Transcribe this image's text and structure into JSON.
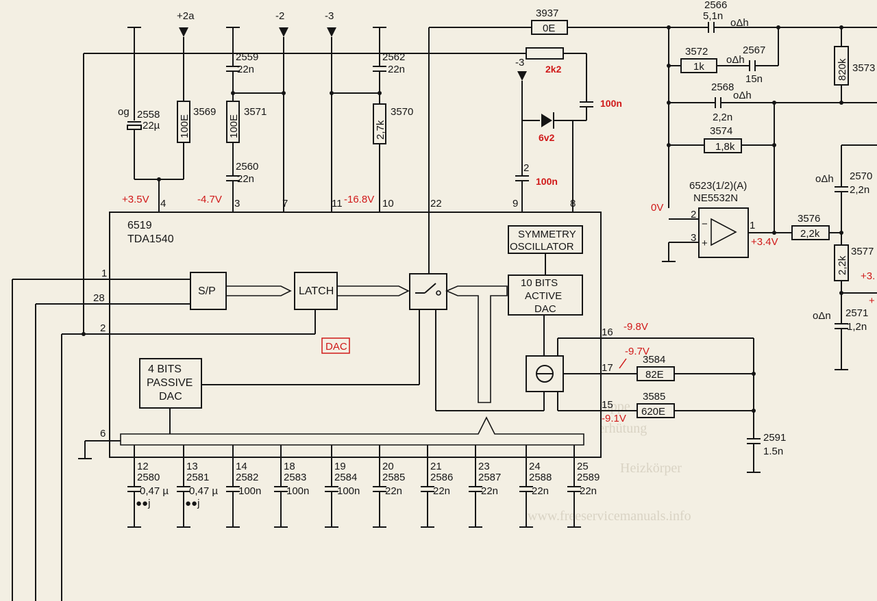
{
  "ic": {
    "ref": "6519",
    "part": "TDA1540",
    "tag": "DAC"
  },
  "blocks": {
    "sp": "S/P",
    "latch": "LATCH",
    "sym1": "SYMMETRY",
    "sym2": "OSCILLATOR",
    "dac10_1": "10 BITS",
    "dac10_2": "ACTIVE",
    "dac10_3": "DAC",
    "dac4_1": "4 BITS",
    "dac4_2": "PASSIVE",
    "dac4_3": "DAC"
  },
  "rails": {
    "p2a": "+2a",
    "m2": "-2",
    "m3": "-3",
    "m3b": "-3"
  },
  "pins": {
    "p4": "4",
    "p3": "3",
    "p7": "7",
    "p11": "11",
    "p10": "10",
    "p22": "22",
    "p9": "9",
    "p8": "8",
    "p1": "1",
    "p28": "28",
    "p2": "2",
    "p6": "6",
    "p16": "16",
    "p17": "17",
    "p15": "15",
    "op2": "2",
    "op3": "3",
    "op1": "1"
  },
  "voltages": {
    "v4": "+3.5V",
    "v3": "-4.7V",
    "v11": "-16.8V",
    "v16": "-9.8V",
    "v17": "-9.7V",
    "v15": "-9.1V",
    "vop_in": "0V",
    "vop_out": "+3.4V",
    "vcut1": "+3.",
    "vcut2": "+"
  },
  "parts": {
    "c2558_mark": "og",
    "c2558": "2558",
    "c2558_val": "22µ",
    "r3569": "3569",
    "r3569_val": "100E",
    "c2559": "2559",
    "c2559_val": "22n",
    "r3571": "3571",
    "r3571_val": "100E",
    "c2560": "2560",
    "c2560_val": "22n",
    "c2562": "2562",
    "c2562_val": "22n",
    "r3570": "3570",
    "r3570_val": "2,7k",
    "r3937": "3937",
    "r3937_val": "0E",
    "r_2k2": "2k2",
    "c_100n_a": "100n",
    "d_6v2": "6v2",
    "c_small": "2",
    "c_100n_b": "100n",
    "c2566": "2566",
    "c2566_val": "5,1n",
    "c2566_mark": "oΔh",
    "r3572": "3572",
    "r3572_val": "1k",
    "c2567": "2567",
    "c2567_val": "15n",
    "c2567_mark": "oΔh",
    "r820k_val": "820k",
    "r3573": "3573",
    "c2568": "2568",
    "c2568_val": "2,2n",
    "c2568_mark": "oΔh",
    "r3574": "3574",
    "r3574_val": "1,8k",
    "op_ref": "6523(1/2)(A)",
    "op_part": "NE5532N",
    "c2570": "2570",
    "c2570_val": "2,2n",
    "c2570_mark": "oΔh",
    "r3576": "3576",
    "r3576_val": "2,2k",
    "r3577": "3577",
    "r3577_val": "2,2k",
    "c2571": "2571",
    "c2571_val": "1,2n",
    "c2571_mark": "oΔn",
    "r3584": "3584",
    "r3584_val": "82E",
    "r3585": "3585",
    "r3585_val": "620E",
    "c2591": "2591",
    "c2591_val": "1.5n"
  },
  "bottom_caps": [
    {
      "pin": "12",
      "ref": "2580",
      "val": "0,47 µ",
      "mark": "●●j"
    },
    {
      "pin": "13",
      "ref": "2581",
      "val": "0,47 µ",
      "mark": "●●j"
    },
    {
      "pin": "14",
      "ref": "2582",
      "val": "100n",
      "mark": ""
    },
    {
      "pin": "18",
      "ref": "2583",
      "val": "100n",
      "mark": ""
    },
    {
      "pin": "19",
      "ref": "2584",
      "val": "100n",
      "mark": ""
    },
    {
      "pin": "20",
      "ref": "2585",
      "val": "22n",
      "mark": ""
    },
    {
      "pin": "21",
      "ref": "2586",
      "val": "22n",
      "mark": ""
    },
    {
      "pin": "23",
      "ref": "2587",
      "val": "22n",
      "mark": ""
    },
    {
      "pin": "24",
      "ref": "2588",
      "val": "22n",
      "mark": ""
    },
    {
      "pin": "25",
      "ref": "2589",
      "val": "22n",
      "mark": ""
    }
  ],
  "watermark": {
    "line1": "Heizelgruppe",
    "line2": "Unfallverhütung",
    "line3": "Heizkörper",
    "url": "www.freeservicemanuals.info"
  }
}
